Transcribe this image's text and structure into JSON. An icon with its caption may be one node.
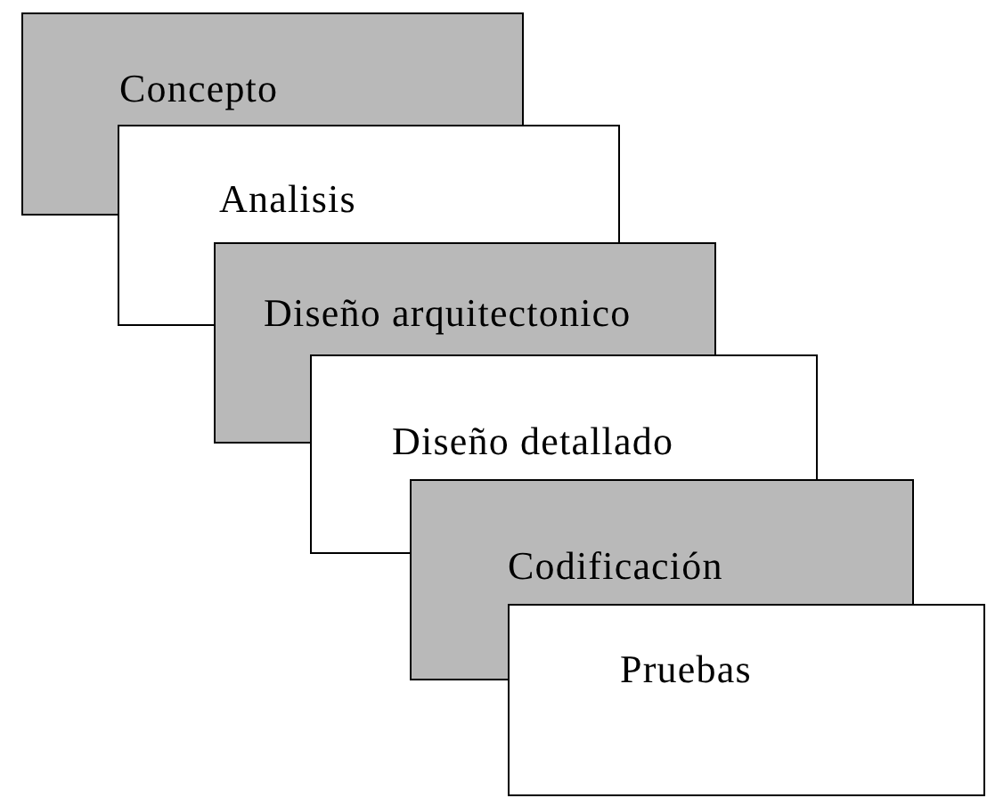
{
  "diagram": {
    "nodes": [
      {
        "text": [
          "Concepto"
        ]
      },
      {
        "text": [
          "Analisis"
        ]
      },
      {
        "text": [
          "Diseño arquitectonico"
        ]
      },
      {
        "text": [
          "Diseño detallado"
        ]
      },
      {
        "text": [
          "Codificación"
        ]
      },
      {
        "text": [
          "Pruebas"
        ]
      }
    ]
  }
}
